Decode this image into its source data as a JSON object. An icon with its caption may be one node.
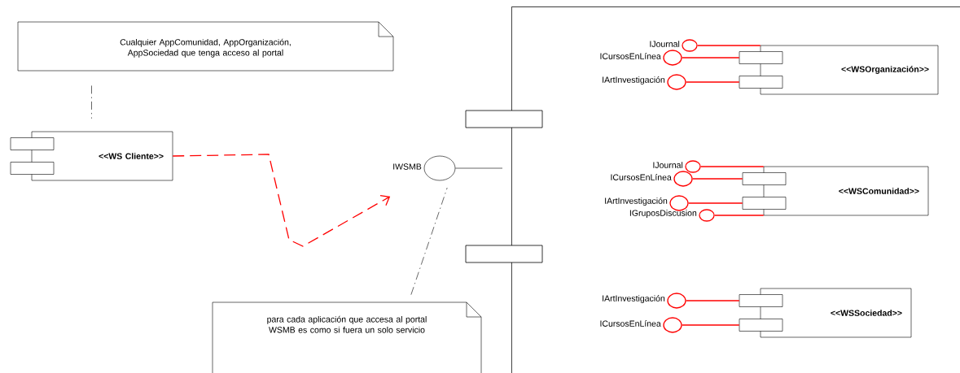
{
  "diagram": {
    "nodes": [
      {
        "text": [
          "Cualquier AppComunidad, AppOrganización, AppSociedad que tenga acceso al portal"
        ]
      },
      {
        "text": [
          "<<WS Cliente>>"
        ]
      },
      {
        "text": [],
        "shape": "circle",
        "beside": [
          "IWSMB"
        ]
      },
      {
        "text": [
          "para cada aplicación que accesa al portal WSMB es como si fuera un solo servicio"
        ]
      },
      {
        "text": [],
        "shape": "box"
      },
      {
        "text": [
          "<<WSOrganización>>"
        ],
        "in": 4
      },
      {
        "text": [],
        "shape": "circle",
        "beside": [
          "IJournal"
        ],
        "in": 4
      },
      {
        "text": [],
        "shape": "circle",
        "beside": [
          "ICursosEnLínea"
        ],
        "in": 4
      },
      {
        "text": [],
        "shape": "circle",
        "beside": [
          "IArtInvestigación"
        ],
        "in": 4
      },
      {
        "text": [
          "<<WSComunidad>>"
        ],
        "in": 4
      },
      {
        "text": [],
        "shape": "circle",
        "beside": [
          "IJournal"
        ],
        "in": 4
      },
      {
        "text": [],
        "shape": "circle",
        "beside": [
          "ICursosEnLínea"
        ],
        "in": 4
      },
      {
        "text": [],
        "shape": "circle",
        "beside": [
          "IArtInvestigación"
        ],
        "in": 4
      },
      {
        "text": [],
        "shape": "circle",
        "beside": [
          "IGruposDiscusion"
        ],
        "in": 4
      },
      {
        "text": [
          "<<WSSociedad>>"
        ],
        "in": 4
      },
      {
        "text": [],
        "shape": "circle",
        "beside": [
          "IArtInvestigación"
        ],
        "in": 4
      },
      {
        "text": [],
        "shape": "circle",
        "beside": [
          "ICursosEnLínea"
        ],
        "in": 4
      }
    ],
    "edges": [
      {
        "from": 0,
        "to": 1,
        "arrow": "none",
        "style": "dashed",
        "color": "#000000"
      },
      {
        "from": 1,
        "to": 2,
        "arrow": "to",
        "style": "dashed"
      },
      {
        "from": 2,
        "to": 4,
        "arrow": "none",
        "color": "#000000"
      },
      {
        "from": 3,
        "to": 2,
        "arrow": "none",
        "style": "dashed",
        "color": "#000000"
      },
      {
        "from": 6,
        "to": 5,
        "arrow": "none"
      },
      {
        "from": 7,
        "to": 5,
        "arrow": "none"
      },
      {
        "from": 8,
        "to": 5,
        "arrow": "none"
      },
      {
        "from": 10,
        "to": 9,
        "arrow": "none"
      },
      {
        "from": 11,
        "to": 9,
        "arrow": "none"
      },
      {
        "from": 12,
        "to": 9,
        "arrow": "none"
      },
      {
        "from": 13,
        "to": 9,
        "arrow": "none"
      },
      {
        "from": 15,
        "to": 14,
        "arrow": "none"
      },
      {
        "from": 16,
        "to": 14,
        "arrow": "none"
      }
    ]
  }
}
